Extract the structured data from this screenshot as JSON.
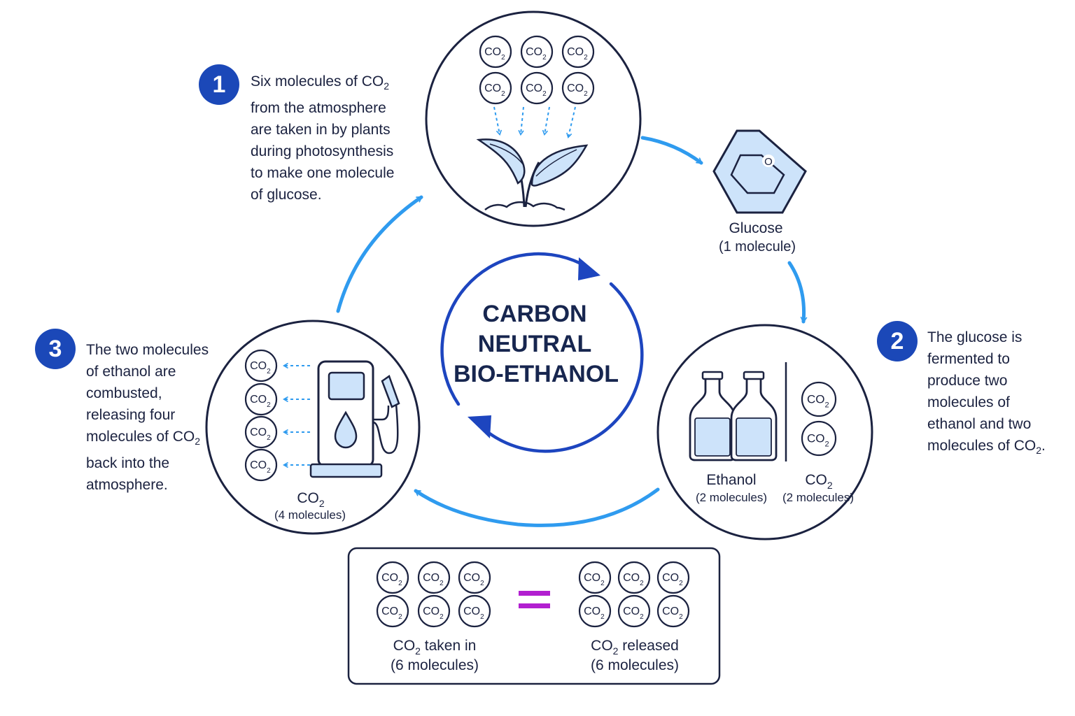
{
  "center": {
    "line1": "CARBON",
    "line2": "NEUTRAL",
    "line3": "BIO-ETHANOL"
  },
  "molecule_label": {
    "base": "CO",
    "sub": "2"
  },
  "steps": [
    {
      "number": "1",
      "lines": [
        {
          "text": "Six molecules of CO",
          "sub": "2"
        },
        {
          "text": "from the atmosphere"
        },
        {
          "text": "are taken in by plants"
        },
        {
          "text": "during photosynthesis"
        },
        {
          "text": "to make one molecule"
        },
        {
          "text": "of glucose."
        }
      ]
    },
    {
      "number": "2",
      "lines": [
        {
          "text": "The glucose is"
        },
        {
          "text": "fermented to"
        },
        {
          "text": "produce two"
        },
        {
          "text": "molecules of"
        },
        {
          "text": "ethanol and two"
        },
        {
          "text": "molecules of CO",
          "sub": "2",
          "tail": "."
        }
      ]
    },
    {
      "number": "3",
      "lines": [
        {
          "text": "The two molecules"
        },
        {
          "text": "of ethanol are"
        },
        {
          "text": "combusted,"
        },
        {
          "text": "releasing four"
        },
        {
          "text": "molecules of CO",
          "sub": "2"
        },
        {
          "text": "back into the"
        },
        {
          "text": "atmosphere."
        }
      ]
    }
  ],
  "glucose": {
    "atom": "O",
    "name": "Glucose",
    "count": "(1 molecule)"
  },
  "fermentation": {
    "ethanol_name": "Ethanol",
    "ethanol_count": "(2 molecules)",
    "co2_base": "CO",
    "co2_sub": "2",
    "co2_count": "(2 molecules)"
  },
  "combustion": {
    "co2_base": "CO",
    "co2_sub": "2",
    "co2_count": "(4 molecules)"
  },
  "balance": {
    "left_base": "CO",
    "left_sub": "2",
    "left_rest": " taken in",
    "left_count": "(6 molecules)",
    "right_base": "CO",
    "right_sub": "2",
    "right_rest": " released",
    "right_count": "(6 molecules)",
    "equals": "="
  },
  "colors": {
    "navy": "#1b2240",
    "badge_blue": "#1b48b8",
    "arrow_blue": "#2f9bef",
    "cycle_blue": "#1d45bf",
    "light_fill": "#cde3fa",
    "equals_purple": "#b21fd0"
  }
}
